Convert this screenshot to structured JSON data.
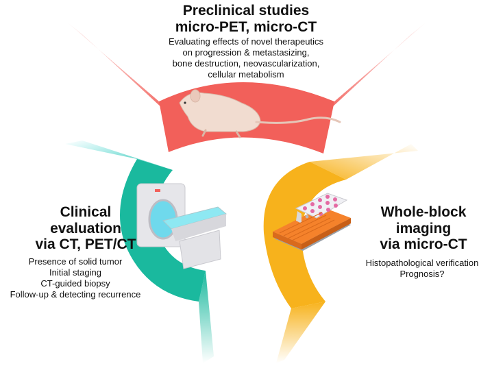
{
  "preclinical": {
    "title_line1": "Preclinical studies",
    "title_line2": "micro-PET, micro-CT",
    "body": [
      "Evaluating effects of novel therapeutics",
      "on progression & metastasizing,",
      "bone destruction, neovascularization,",
      "cellular metabolism"
    ]
  },
  "clinical": {
    "title": [
      "Clinical",
      "evaluation",
      "via CT, PET/CT"
    ],
    "body": [
      "Presence of solid tumor",
      "Initial staging",
      "CT-guided biopsy",
      "Follow-up & detecting recurrence"
    ]
  },
  "wholeblock": {
    "title": [
      "Whole-block",
      "imaging",
      "via micro-CT"
    ],
    "body": [
      "Histopathological verification",
      "Prognosis?"
    ]
  },
  "colors": {
    "preclinical": "#f2605a",
    "clinical": "#1ab99e",
    "wholeblock": "#f7b21c",
    "cassette": "#f5822b"
  },
  "icons": [
    "mouse-icon",
    "ct-scanner-icon",
    "tissue-cassette-icon"
  ]
}
